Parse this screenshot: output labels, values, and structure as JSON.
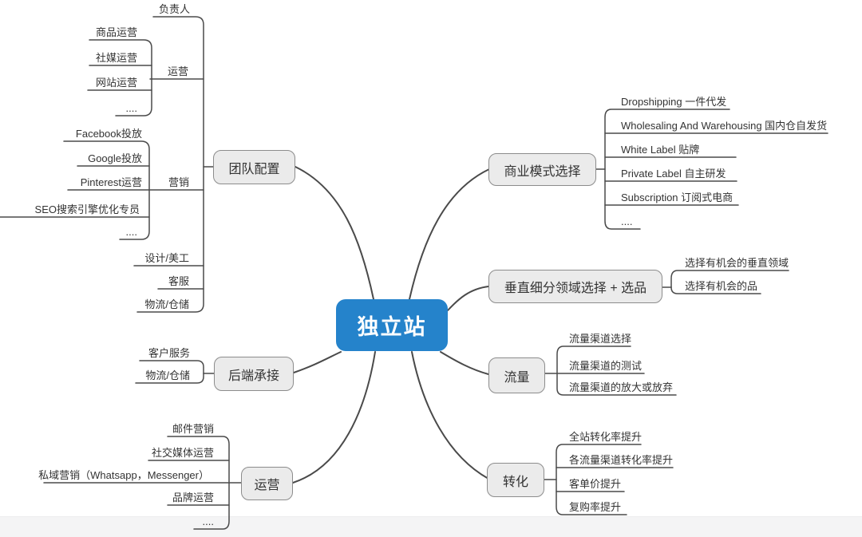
{
  "app": {
    "type": "mind-map"
  },
  "palette": {
    "central_bg": "#2583cb",
    "central_text": "#ffffff",
    "node_bg": "#ebebeb",
    "node_border": "#8c8c8c",
    "line_color": "#4a4a4a",
    "text_color": "#333333"
  },
  "central": {
    "label": "独立站"
  },
  "branches": [
    {
      "label": "团队配置",
      "children": [
        {
          "label": "负责人"
        },
        {
          "label": "运营",
          "children": [
            {
              "label": "商品运营"
            },
            {
              "label": "社媒运营"
            },
            {
              "label": "网站运营"
            },
            {
              "label": "...."
            }
          ]
        },
        {
          "label": "营销",
          "children": [
            {
              "label": "Facebook投放"
            },
            {
              "label": "Google投放"
            },
            {
              "label": "Pinterest运营"
            },
            {
              "label": "SEO搜索引擎优化专员"
            },
            {
              "label": "...."
            }
          ]
        },
        {
          "label": "设计/美工"
        },
        {
          "label": "客服"
        },
        {
          "label": "物流/仓储"
        }
      ]
    },
    {
      "label": "后端承接",
      "children": [
        {
          "label": "客户服务"
        },
        {
          "label": "物流/仓储"
        }
      ]
    },
    {
      "label": "运营",
      "children": [
        {
          "label": "邮件营销"
        },
        {
          "label": "社交媒体运营"
        },
        {
          "label": "私域营销（Whatsapp，Messenger）"
        },
        {
          "label": "品牌运营"
        },
        {
          "label": "...."
        }
      ]
    },
    {
      "label": "商业模式选择",
      "children": [
        {
          "label": "Dropshipping 一件代发"
        },
        {
          "label": "Wholesaling And Warehousing 国内仓自发货"
        },
        {
          "label": "White Label 贴牌"
        },
        {
          "label": "Private Label 自主研发"
        },
        {
          "label": "Subscription 订阅式电商"
        },
        {
          "label": "...."
        }
      ]
    },
    {
      "label": "垂直细分领域选择 + 选品",
      "children": [
        {
          "label": "选择有机会的垂直领域"
        },
        {
          "label": "选择有机会的品"
        }
      ]
    },
    {
      "label": "流量",
      "children": [
        {
          "label": "流量渠道选择"
        },
        {
          "label": "流量渠道的测试"
        },
        {
          "label": "流量渠道的放大或放弃"
        }
      ]
    },
    {
      "label": "转化",
      "children": [
        {
          "label": "全站转化率提升"
        },
        {
          "label": "各流量渠道转化率提升"
        },
        {
          "label": "客单价提升"
        },
        {
          "label": "复购率提升"
        }
      ]
    }
  ]
}
